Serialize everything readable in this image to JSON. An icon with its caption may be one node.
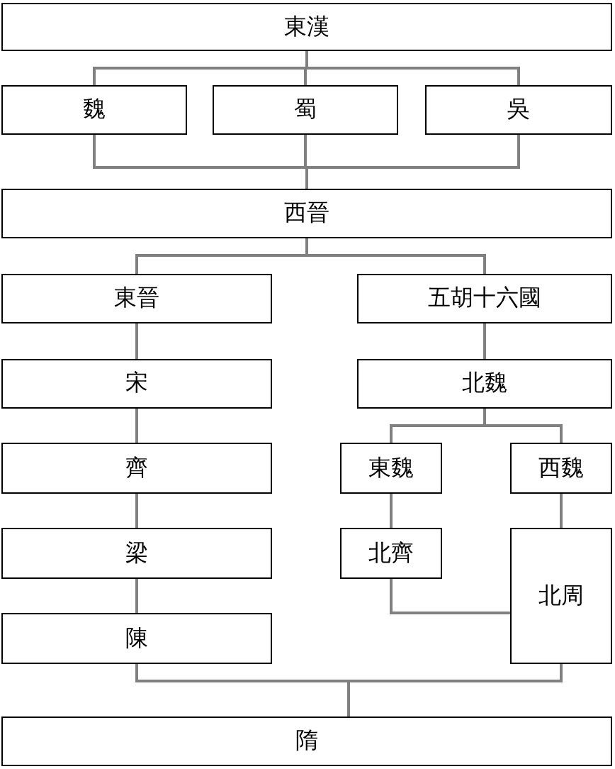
{
  "diagram": {
    "nodes": [
      {
        "text": [
          "東漢"
        ]
      },
      {
        "text": [
          "魏"
        ]
      },
      {
        "text": [
          "蜀"
        ]
      },
      {
        "text": [
          "吳"
        ]
      },
      {
        "text": [
          "西晉"
        ]
      },
      {
        "text": [
          "東晉"
        ]
      },
      {
        "text": [
          "五胡十六國"
        ]
      },
      {
        "text": [
          "宋"
        ]
      },
      {
        "text": [
          "北魏"
        ]
      },
      {
        "text": [
          "齊"
        ]
      },
      {
        "text": [
          "東魏"
        ]
      },
      {
        "text": [
          "西魏"
        ]
      },
      {
        "text": [
          "梁"
        ]
      },
      {
        "text": [
          "北齊"
        ]
      },
      {
        "text": [
          "北周"
        ]
      },
      {
        "text": [
          "陳"
        ]
      },
      {
        "text": [
          "隋"
        ]
      }
    ],
    "edges": [
      {
        "from": 0,
        "to": 1,
        "arrow": "none"
      },
      {
        "from": 0,
        "to": 2,
        "arrow": "none"
      },
      {
        "from": 0,
        "to": 3,
        "arrow": "none"
      },
      {
        "from": 1,
        "to": 4,
        "arrow": "none"
      },
      {
        "from": 2,
        "to": 4,
        "arrow": "none"
      },
      {
        "from": 3,
        "to": 4,
        "arrow": "none"
      },
      {
        "from": 4,
        "to": 5,
        "arrow": "none"
      },
      {
        "from": 4,
        "to": 6,
        "arrow": "none"
      },
      {
        "from": 5,
        "to": 7,
        "arrow": "none"
      },
      {
        "from": 6,
        "to": 8,
        "arrow": "none"
      },
      {
        "from": 7,
        "to": 9,
        "arrow": "none"
      },
      {
        "from": 8,
        "to": 10,
        "arrow": "none"
      },
      {
        "from": 8,
        "to": 11,
        "arrow": "none"
      },
      {
        "from": 9,
        "to": 12,
        "arrow": "none"
      },
      {
        "from": 10,
        "to": 13,
        "arrow": "none"
      },
      {
        "from": 11,
        "to": 14,
        "arrow": "none"
      },
      {
        "from": 12,
        "to": 15,
        "arrow": "none"
      },
      {
        "from": 13,
        "to": 14,
        "arrow": "none"
      },
      {
        "from": 15,
        "to": 16,
        "arrow": "none"
      },
      {
        "from": 14,
        "to": 16,
        "arrow": "none"
      }
    ]
  }
}
